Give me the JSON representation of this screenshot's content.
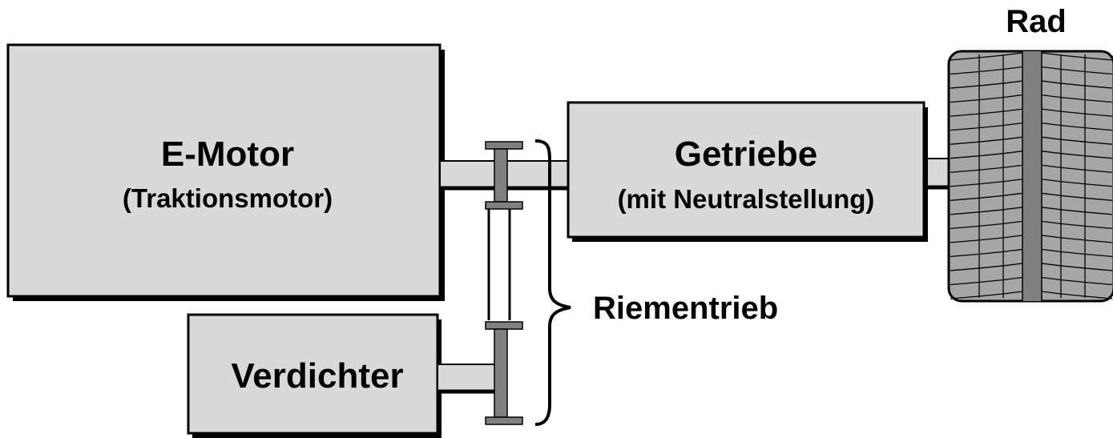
{
  "components": {
    "motor": {
      "title": "E-Motor",
      "subtitle": "(Traktionsmotor)"
    },
    "gearbox": {
      "title": "Getriebe",
      "subtitle": "(mit Neutralstellung)"
    },
    "compressor": {
      "title": "Verdichter"
    },
    "wheel": {
      "title": "Rad"
    },
    "belt": {
      "title": "Riementrieb"
    }
  },
  "colors": {
    "box_fill": "#d9d9d9",
    "shaft_fill": "#d9d9d9",
    "pulley": "#808080",
    "tire_fill": "#a6a6a6",
    "tread_center": "#808080",
    "stroke": "#000000"
  }
}
